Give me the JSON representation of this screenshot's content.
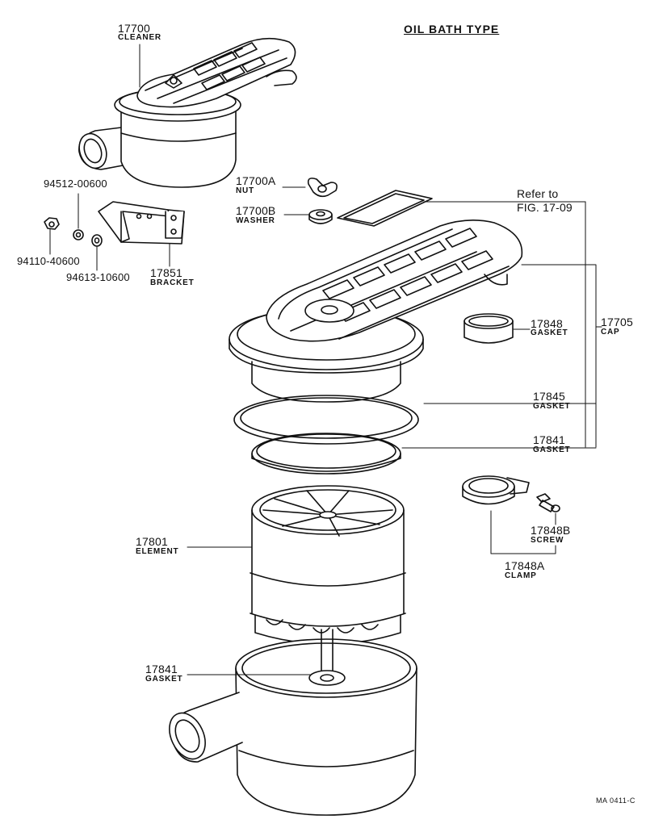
{
  "title": "OIL BATH TYPE",
  "refer": {
    "line1": "Refer to",
    "line2": "FIG. 17-09"
  },
  "parts": {
    "p17700": {
      "num": "17700",
      "name": "CLEANER"
    },
    "p17700A": {
      "num": "17700A",
      "name": "NUT"
    },
    "p17700B": {
      "num": "17700B",
      "name": "WASHER"
    },
    "p94512": {
      "num": "94512-00600"
    },
    "p94110": {
      "num": "94110-40600"
    },
    "p94613": {
      "num": "94613-10600"
    },
    "p17851": {
      "num": "17851",
      "name": "BRACKET"
    },
    "p17848": {
      "num": "17848",
      "name": "GASKET"
    },
    "p17705": {
      "num": "17705",
      "name": "CAP"
    },
    "p17845": {
      "num": "17845",
      "name": "GASKET"
    },
    "p17841a": {
      "num": "17841",
      "name": "GASKET"
    },
    "p17848B": {
      "num": "17848B",
      "name": "SCREW"
    },
    "p17848A": {
      "num": "17848A",
      "name": "CLAMP"
    },
    "p17801": {
      "num": "17801",
      "name": "ELEMENT"
    },
    "p17841b": {
      "num": "17841",
      "name": "GASKET"
    }
  },
  "figure_code": "MA 0411-C"
}
